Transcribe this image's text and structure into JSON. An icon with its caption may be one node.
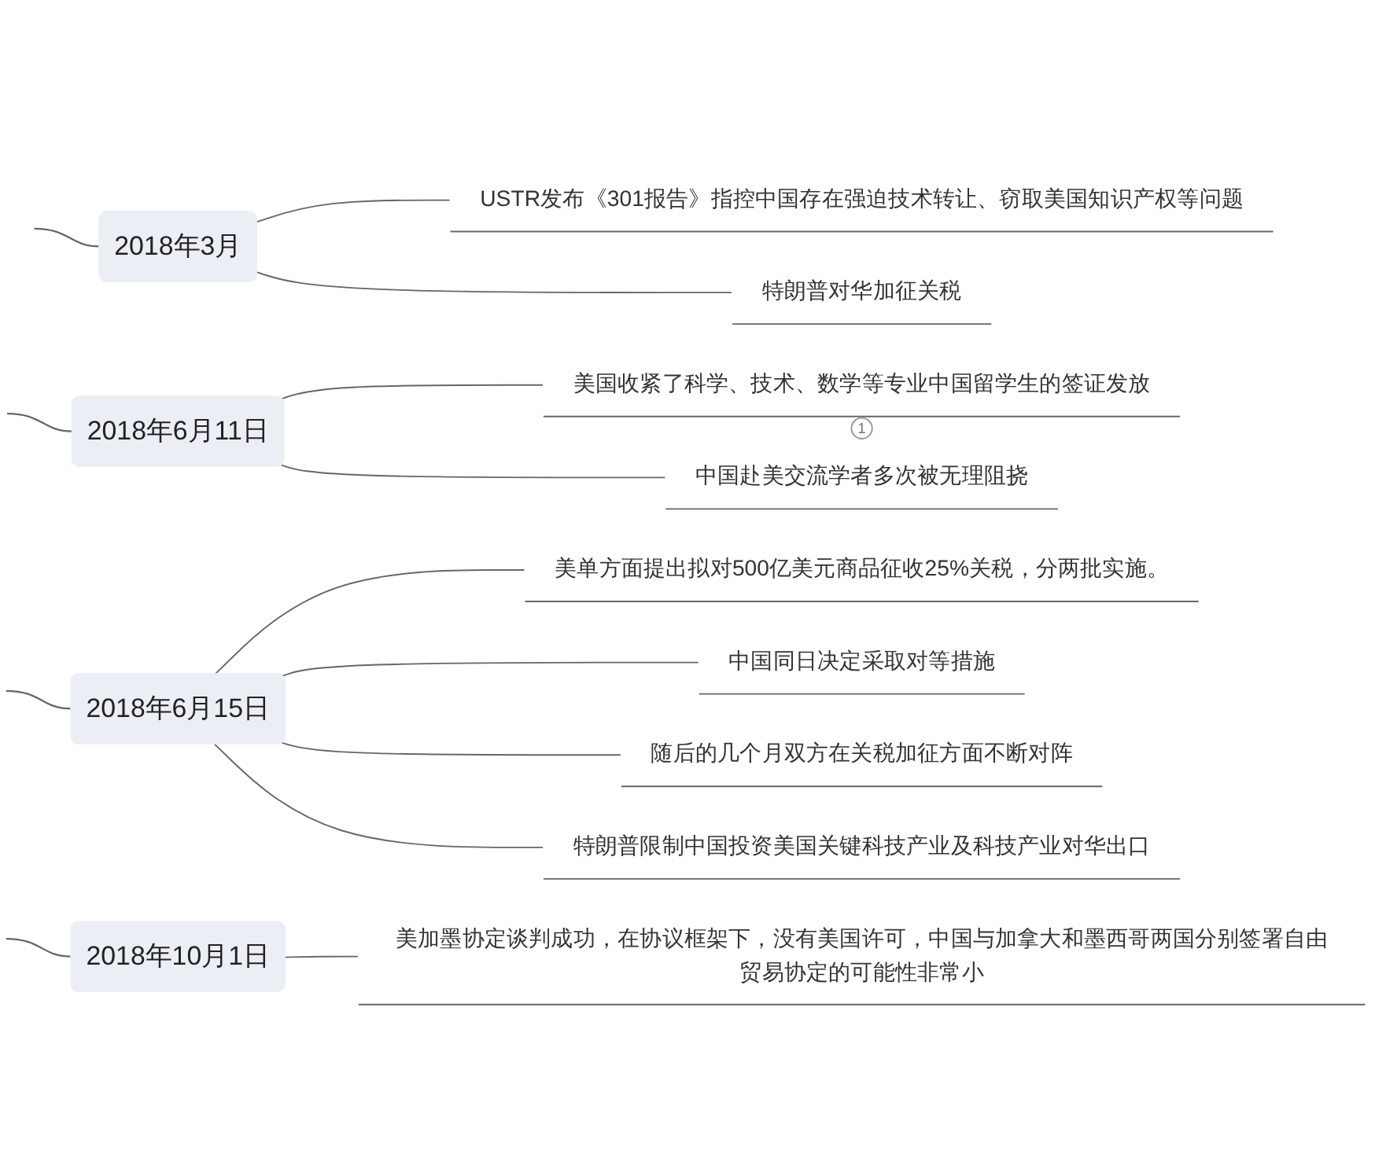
{
  "diagram": {
    "nodes": [
      {
        "text": [
          "2018年3月"
        ]
      },
      {
        "text": [
          "USTR发布《301报告》指控中国存在强迫技术转让、窃取美国知识产权等问题"
        ]
      },
      {
        "text": [
          "特朗普对华加征关税"
        ]
      },
      {
        "text": [
          "2018年6月11日"
        ]
      },
      {
        "text": [
          "美国收紧了科学、技术、数学等专业中国留学生的签证发放"
        ],
        "beside": [
          "1"
        ]
      },
      {
        "text": [
          "中国赴美交流学者多次被无理阻挠"
        ]
      },
      {
        "text": [
          "2018年6月15日"
        ]
      },
      {
        "text": [
          "美单方面提出拟对500亿美元商品征收25%关税，分两批实施。"
        ]
      },
      {
        "text": [
          "中国同日决定采取对等措施"
        ]
      },
      {
        "text": [
          "随后的几个月双方在关税加征方面不断对阵"
        ]
      },
      {
        "text": [
          "特朗普限制中国投资美国关键科技产业及科技产业对华出口"
        ]
      },
      {
        "text": [
          "2018年10月1日"
        ]
      },
      {
        "text": [
          "美加墨协定谈判成功，在协议框架下，没有美国许可，中国与加拿大和墨西哥两国分别签署自由贸易协定的可能性非常小"
        ]
      }
    ],
    "edges": [
      {
        "from": null,
        "to": 0,
        "arrow": "none"
      },
      {
        "from": 0,
        "to": 1,
        "arrow": "none"
      },
      {
        "from": 0,
        "to": 2,
        "arrow": "none"
      },
      {
        "from": null,
        "to": 3,
        "arrow": "none"
      },
      {
        "from": 3,
        "to": 4,
        "arrow": "none"
      },
      {
        "from": 3,
        "to": 5,
        "arrow": "none"
      },
      {
        "from": null,
        "to": 6,
        "arrow": "none"
      },
      {
        "from": 6,
        "to": 7,
        "arrow": "none"
      },
      {
        "from": 6,
        "to": 8,
        "arrow": "none"
      },
      {
        "from": 6,
        "to": 9,
        "arrow": "none"
      },
      {
        "from": 6,
        "to": 10,
        "arrow": "none"
      },
      {
        "from": null,
        "to": 11,
        "arrow": "none"
      },
      {
        "from": 11,
        "to": 12,
        "arrow": "none"
      }
    ]
  }
}
